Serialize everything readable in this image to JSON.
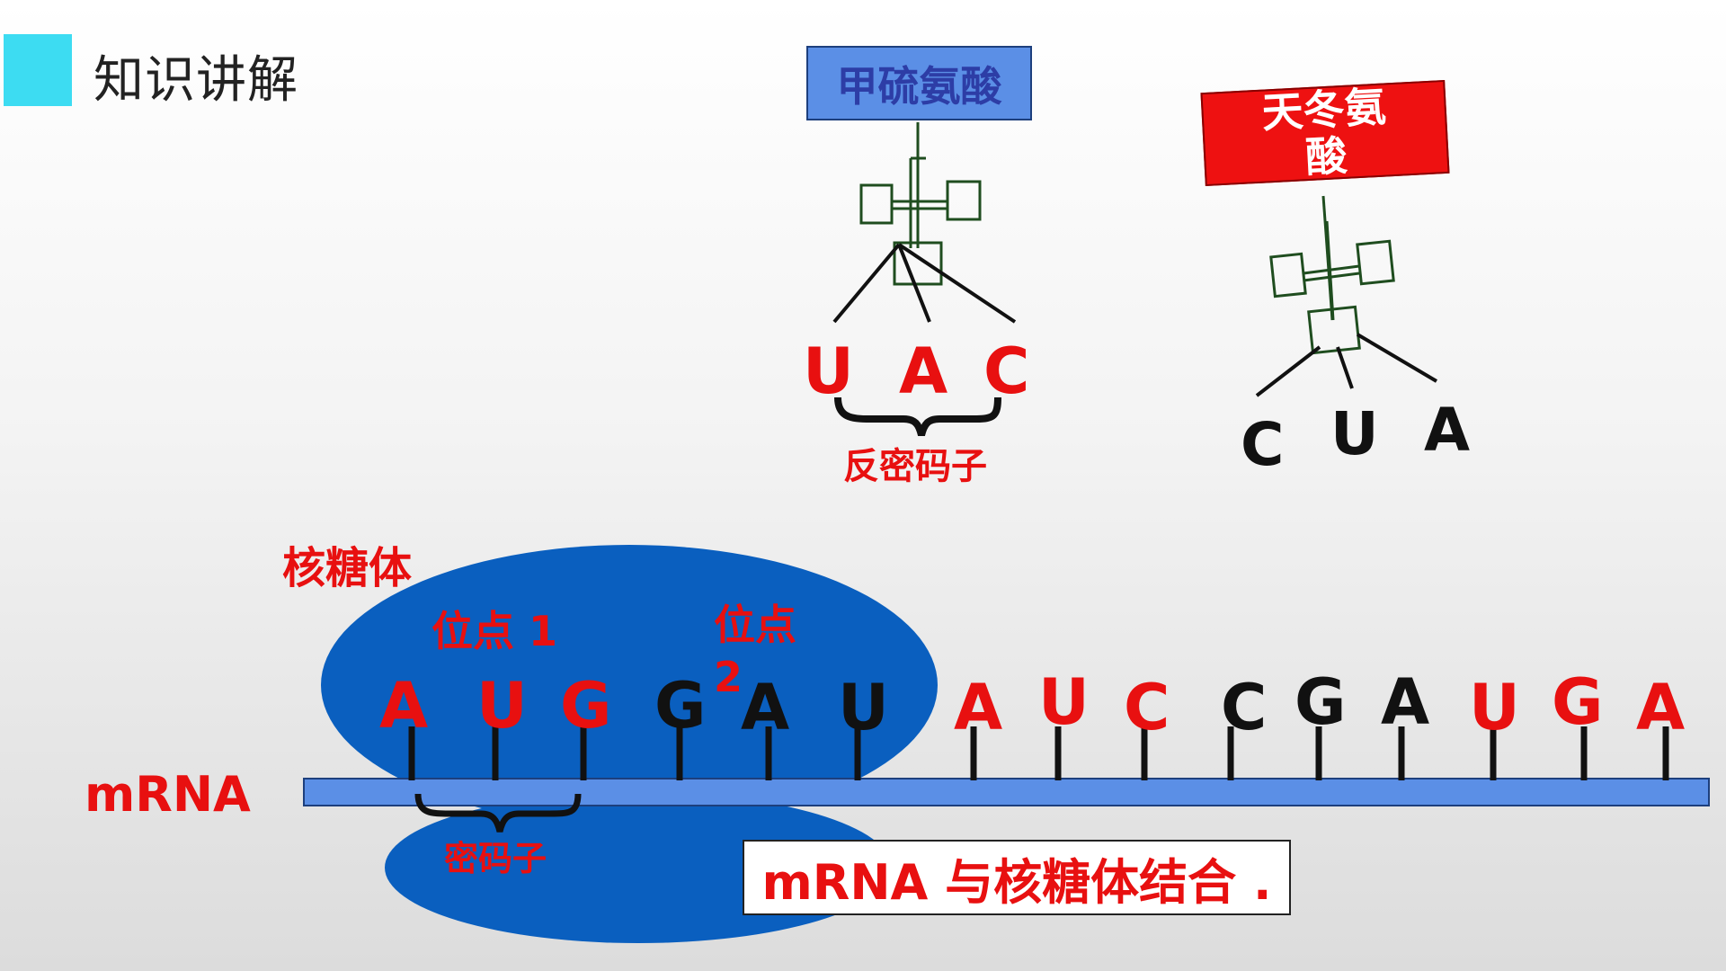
{
  "header": {
    "title": "知识讲解",
    "accent_color": "#3ddcf2"
  },
  "trna_met": {
    "amino_acid": "甲硫氨酸",
    "anticodon": [
      "U",
      "A",
      "C"
    ],
    "anticodon_label": "反密码子"
  },
  "trna_asp": {
    "amino_acid": "天冬氨酸",
    "anticodon": [
      "C",
      "U",
      "A"
    ]
  },
  "ribosome": {
    "label": "核糖体",
    "site1": "位点 1",
    "site2": "位点\n2",
    "color": "#0a5fbf"
  },
  "mrna": {
    "label": "mRNA",
    "bases": [
      "A",
      "U",
      "G",
      "G",
      "A",
      "U",
      "A",
      "U",
      "C",
      "C",
      "G",
      "A",
      "U",
      "G",
      "A"
    ],
    "codon_label": "密码子",
    "strand_color": "#5b8fe6"
  },
  "caption": "mRNA 与核糖体结合 ."
}
